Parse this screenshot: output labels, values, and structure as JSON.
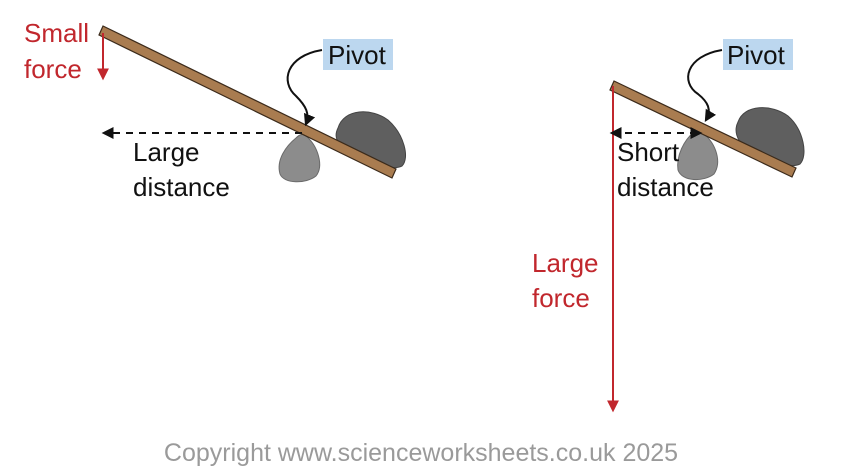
{
  "colors": {
    "force": "#c1272d",
    "lever": "#a97c50",
    "lever_edge": "#3b2a1a",
    "pivot_rock": "#8c8c8c",
    "rock": "#5f5f5f",
    "pivot_label_bg": "#bcd7ef",
    "text": "#111111",
    "copyright": "#9a9a9a"
  },
  "left_panel": {
    "force_label_line1": "Small",
    "force_label_line2": "force",
    "pivot_label": "Pivot",
    "distance_label_line1": "Large",
    "distance_label_line2": "distance"
  },
  "right_panel": {
    "force_label_line1": "Large",
    "force_label_line2": "force",
    "pivot_label": "Pivot",
    "distance_label_line1": "Short",
    "distance_label_line2": "distance"
  },
  "footer": {
    "copyright": "Copyright www.scienceworksheets.co.uk 2025"
  },
  "icons": [
    "lever-plank",
    "pivot-rock",
    "load-rock",
    "force-arrow",
    "distance-arrow",
    "pointer-arrow"
  ]
}
